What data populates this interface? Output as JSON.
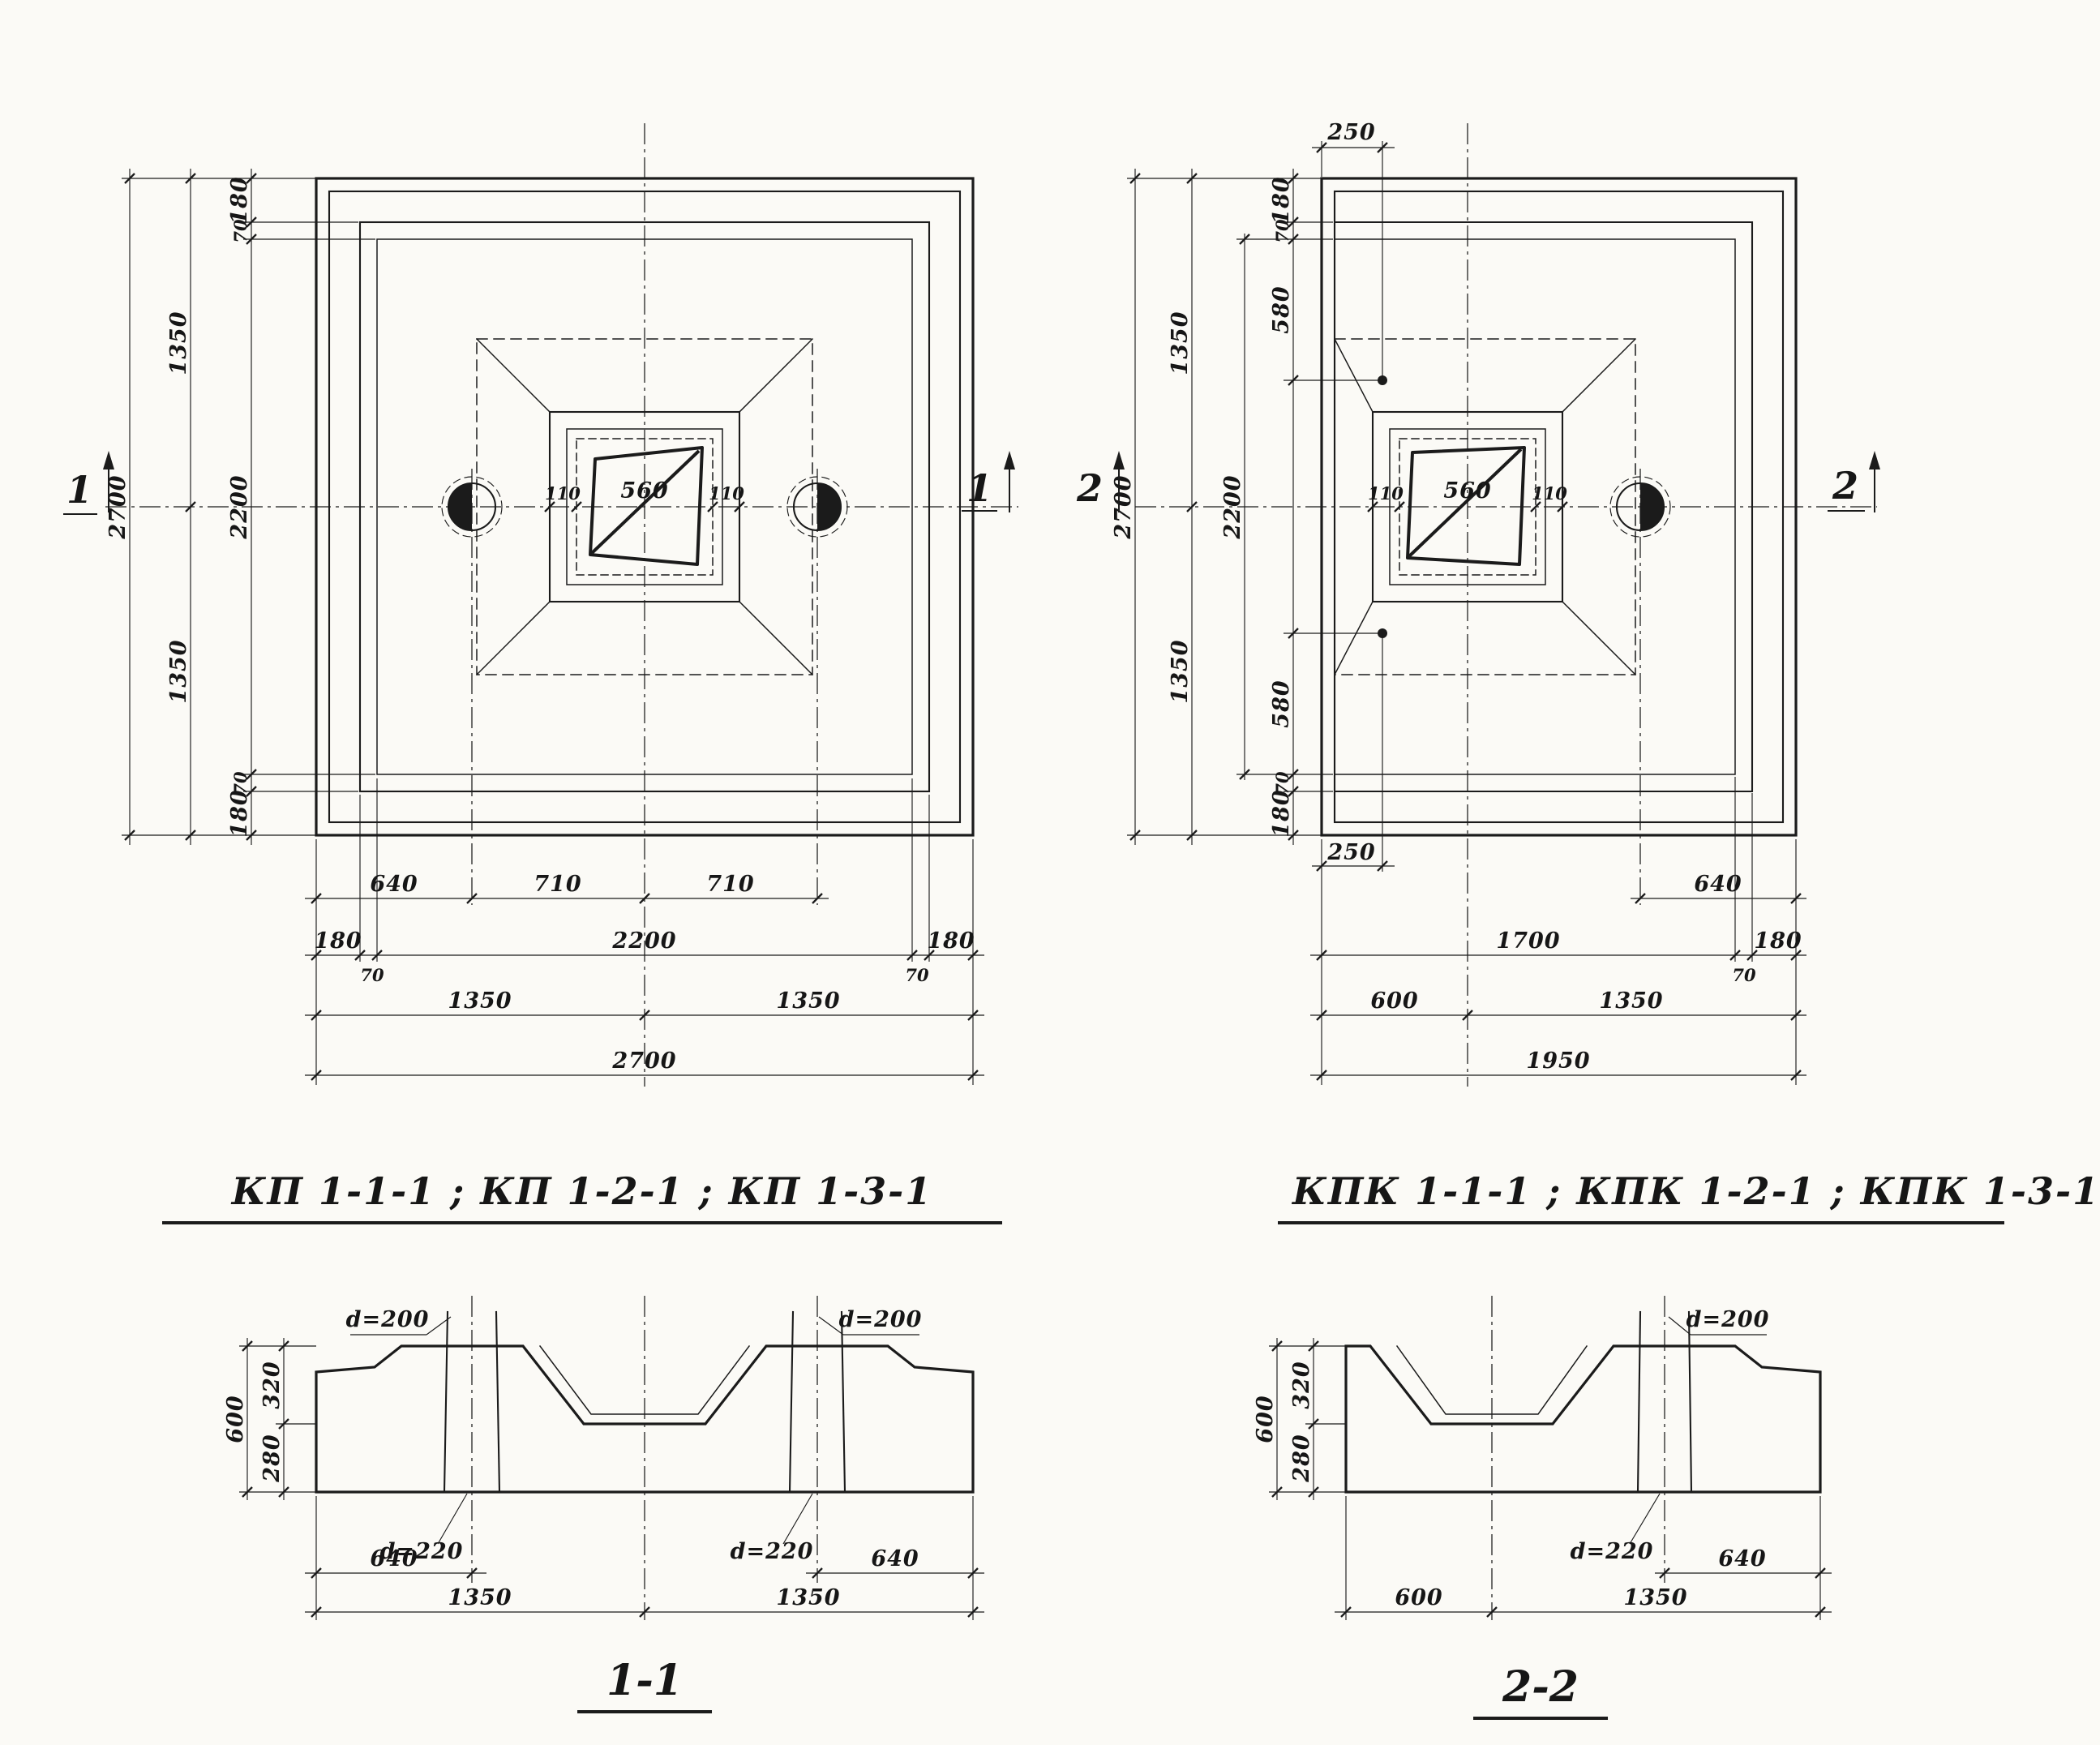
{
  "titles": {
    "plan_left": "КП 1-1-1 ; КП 1-2-1 ; КП 1-3-1",
    "plan_right": "КПК 1-1-1 ; КПК 1-2-1 ; КПК 1-3-1",
    "section_left": "1-1",
    "section_right": "2-2"
  },
  "plan_left": {
    "section_marker": "1",
    "left": {
      "top180": "180",
      "top70": "70",
      "top1350": "1350",
      "total2700": "2700",
      "mid2200": "2200",
      "bot1350": "1350",
      "bot70": "70",
      "bot180": "180"
    },
    "center": {
      "w110l": "110",
      "w560": "560",
      "w110r": "110"
    },
    "bottom": {
      "d640": "640",
      "d710a": "710",
      "d710b": "710",
      "d180l": "180",
      "d2200": "2200",
      "d180r": "180",
      "d70l": "70",
      "d70r": "70",
      "d1350l": "1350",
      "d1350r": "1350",
      "d2700": "2700"
    }
  },
  "plan_right": {
    "section_marker": "2",
    "top": {
      "d250": "250"
    },
    "left": {
      "top180": "180",
      "top70": "70",
      "top580": "580",
      "top1350": "1350",
      "total2700": "2700",
      "mid2200": "2200",
      "bot1350": "1350",
      "bot580": "580",
      "bot70": "70",
      "bot180": "180"
    },
    "center": {
      "w110l": "110",
      "w560": "560",
      "w110r": "110"
    },
    "bottom": {
      "d250": "250",
      "d640": "640",
      "d1700": "1700",
      "d70": "70",
      "d180": "180",
      "d600": "600",
      "d1350": "1350",
      "d1950": "1950"
    }
  },
  "section_1": {
    "pipe_top_left": "d=200",
    "pipe_top_right": "d=200",
    "pipe_bottom_left": "d=220",
    "pipe_bottom_right": "d=220",
    "h600": "600",
    "h320": "320",
    "h280": "280",
    "d640l": "640",
    "d640r": "640",
    "d1350l": "1350",
    "d1350r": "1350"
  },
  "section_2": {
    "pipe_top": "d=200",
    "pipe_bottom": "d=220",
    "h600": "600",
    "h320": "320",
    "h280": "280",
    "d640": "640",
    "d600": "600",
    "d1350": "1350"
  }
}
